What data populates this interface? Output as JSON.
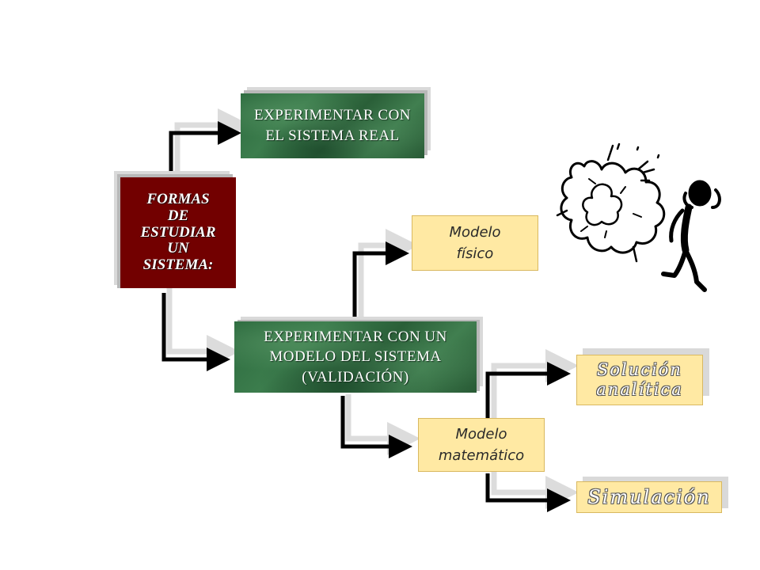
{
  "root": {
    "lines": [
      "FORMAS",
      "DE",
      "ESTUDIAR",
      "UN",
      "SISTEMA:"
    ]
  },
  "real_system": {
    "lines": [
      "EXPERIMENTAR CON",
      "EL SISTEMA REAL"
    ]
  },
  "model_system": {
    "lines": [
      "EXPERIMENTAR CON UN",
      "MODELO DEL SISTEMA",
      "(VALIDACIÓN)"
    ]
  },
  "physical_model": {
    "lines": [
      "Modelo",
      "físico"
    ]
  },
  "math_model": {
    "lines": [
      "Modelo",
      "matemático"
    ]
  },
  "analytic_solution": {
    "lines": [
      "Solución",
      "analítica"
    ]
  },
  "simulation": {
    "lines": [
      "Simulación"
    ]
  },
  "colors": {
    "burgundy": "#720000",
    "marble_green": "#3c7d4d",
    "yellow_fill": "#ffe9a3",
    "connector": "#000000"
  },
  "icons": [
    "confused-thinker-icon"
  ]
}
